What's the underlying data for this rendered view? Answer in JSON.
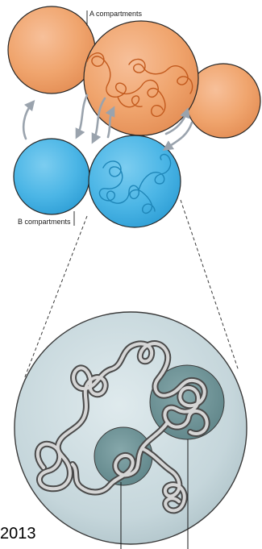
{
  "labels": {
    "a_compartments": "A compartments",
    "b_compartments": "B compartments",
    "year": "2013"
  },
  "colors": {
    "a_fill": "#f0a56e",
    "a_stroke": "#262626",
    "b_fill": "#4cb6e6",
    "b_stroke": "#262626",
    "chromatin_a": "#c25a1e",
    "chromatin_b": "#1f86b8",
    "arrow": "#9aa3ad",
    "nucleus_fill": "#c9d9de",
    "nucleus_stroke": "#3a3a3a",
    "domain_fill": "#6f9498",
    "fiber_outer": "#4a4a4a",
    "fiber_inner": "#d6d6d6"
  }
}
